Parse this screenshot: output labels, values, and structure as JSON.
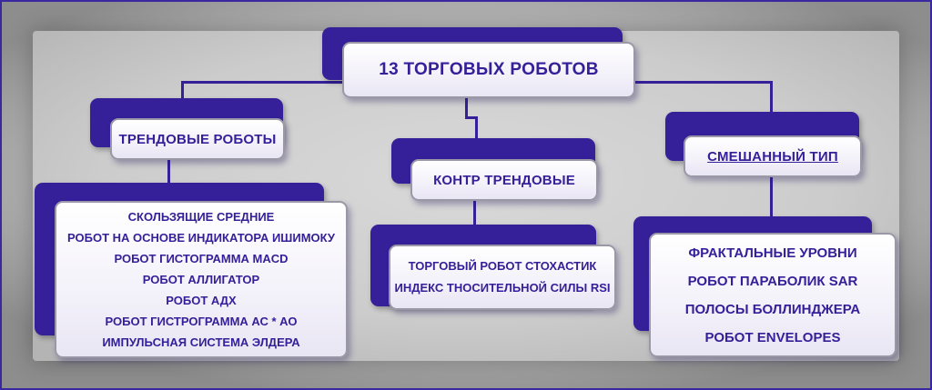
{
  "diagram": {
    "title": "13 ТОРГОВЫХ РОБОТОВ",
    "colors": {
      "accent_purple": "#35209A",
      "text_purple": "#35209A",
      "node_fill_top": "#ffffff",
      "node_fill_bottom": "#e9e6f4",
      "background_gray": "#c6c6c6",
      "frame_border": "#3a28a0"
    },
    "root": {
      "label": "13 ТОРГОВЫХ РОБОТОВ"
    },
    "branches": [
      {
        "header": "ТРЕНДОВЫЕ РОБОТЫ",
        "items": [
          "СКОЛЬЗЯЩИЕ СРЕДНИЕ",
          "РОБОТ НА ОСНОВЕ ИНДИКАТОРА ИШИМОКУ",
          "РОБОТ ГИСТОГРАММА MACD",
          "РОБОТ АЛЛИГАТОР",
          "РОБОТ АДХ",
          "РОБОТ ГИСТРОГРАММА АС * АО",
          "ИМПУЛЬСНАЯ СИСТЕМА ЭЛДЕРА"
        ]
      },
      {
        "header": "КОНТР ТРЕНДОВЫЕ",
        "items": [
          "ТОРГОВЫЙ РОБОТ СТОХАСТИК",
          "ИНДЕКС ТНОСИТЕЛЬНОЙ СИЛЫ RSI"
        ]
      },
      {
        "header": "СМЕШАННЫЙ ТИП",
        "items": [
          "ФРАКТАЛЬНЫЕ УРОВНИ",
          "РОБОТ ПАРАБОЛИК SAR",
          "ПОЛОСЫ БОЛЛИНДЖЕРА",
          "РОБОТ ENVELOPES"
        ]
      }
    ]
  }
}
